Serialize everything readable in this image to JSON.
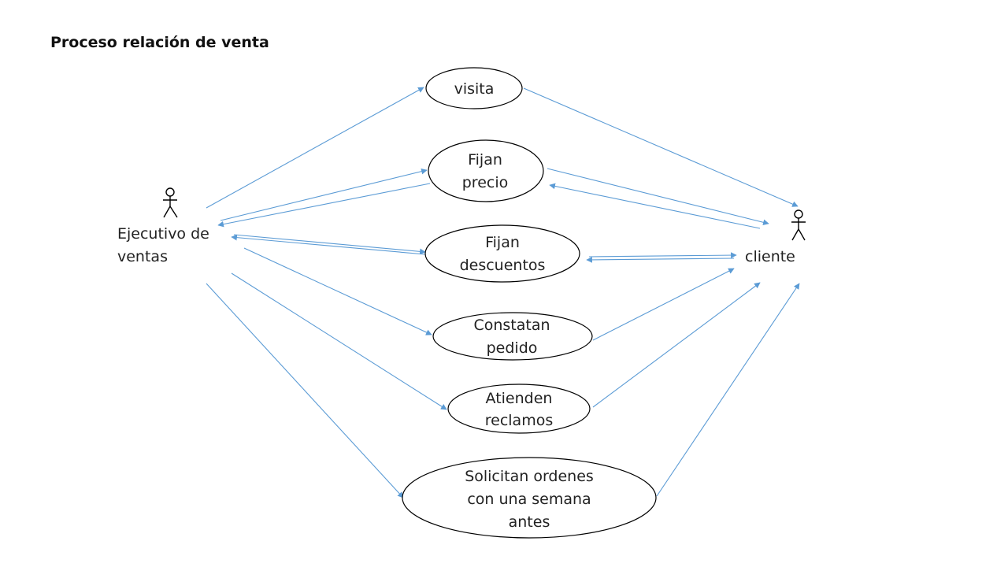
{
  "title": "Proceso relación de venta",
  "actors": {
    "vendor": {
      "lines": [
        "Ejecutivo de",
        "ventas"
      ]
    },
    "client": {
      "lines": [
        "cliente"
      ]
    }
  },
  "use_cases": [
    {
      "id": "visita",
      "lines": [
        "visita"
      ]
    },
    {
      "id": "fijan-precio",
      "lines": [
        "Fijan",
        "precio"
      ]
    },
    {
      "id": "fijan-descuentos",
      "lines": [
        "Fijan",
        "descuentos"
      ]
    },
    {
      "id": "constatan-pedido",
      "lines": [
        "Constatan",
        "pedido"
      ]
    },
    {
      "id": "atienden-reclamos",
      "lines": [
        "Atienden",
        "reclamos"
      ]
    },
    {
      "id": "solicitan-ordenes",
      "lines": [
        "Solicitan ordenes",
        "con una semana",
        "antes"
      ]
    }
  ],
  "colors": {
    "connector": "#5b9bd5",
    "outline": "#000000",
    "text": "#222222"
  }
}
